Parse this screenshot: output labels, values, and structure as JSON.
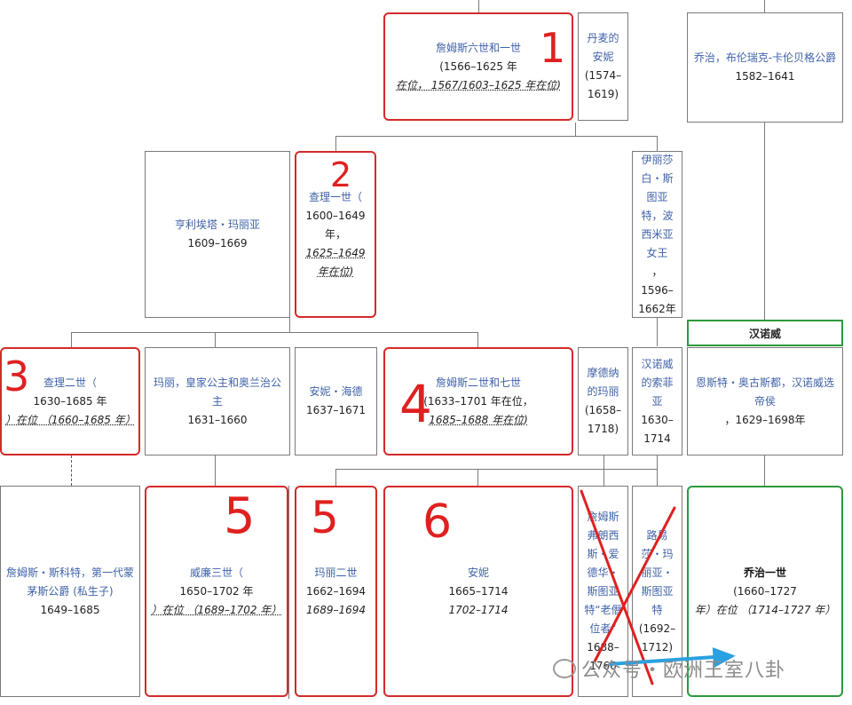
{
  "row1": {
    "james1": {
      "name": "詹姆斯六世和一世",
      "years": "(1566–1625 年",
      "reign": "在位， 1567/1603–1625 年在位)"
    },
    "anne_denmark": {
      "name": "丹麦的安妮",
      "years": "(1574–1619)"
    },
    "georg": {
      "name": "乔治，布伦瑞克-卡伦贝格公爵",
      "years": "1582–1641"
    }
  },
  "row2": {
    "henrietta": {
      "name": "亨利埃塔・玛丽亚",
      "years": "1609–1669"
    },
    "charles1": {
      "name": "查理一世（",
      "years": "1600–1649 年，",
      "reign": "1625–1649 年在位)"
    },
    "elizabeth": {
      "name": "伊丽莎白・斯图亚特，波西米亚女王",
      "years": "，1596–1662年"
    }
  },
  "row3": {
    "hanover_header": "汉诺威",
    "charles2": {
      "name": "查理二世（",
      "years": "1630–1685 年",
      "reign": "）在位 （1660–1685 年）"
    },
    "mary_princess": {
      "name": "玛丽，皇家公主和奥兰治公主",
      "years": "1631–1660"
    },
    "anne_hyde": {
      "name": "安妮・海德",
      "years": "1637–1671"
    },
    "james2": {
      "name": "詹姆斯二世和七世",
      "years": "(1633–1701 年在位，",
      "reign": "1685–1688 年在位)"
    },
    "mary_modena": {
      "name": "摩德纳的玛丽",
      "years": "(1658–1718)"
    },
    "sophia": {
      "name": "汉诺威的索菲亚",
      "years": "1630–1714"
    },
    "ernest": {
      "name": "恩斯特・奥古斯都，汉诺威选帝侯",
      "years": "，1629–1698年"
    }
  },
  "row4": {
    "monmouth": {
      "name": "詹姆斯・斯科特，第一代蒙茅斯公爵 (私生子)",
      "years": "1649–1685"
    },
    "william3": {
      "name": "威廉三世（",
      "years": "1650–1702 年",
      "reign": "）在位 （1689–1702 年）"
    },
    "mary2": {
      "name": "玛丽二世",
      "years": "1662–1694",
      "reign": "1689–1694"
    },
    "anne": {
      "name": "安妮",
      "years": "1665–1714",
      "reign": "1702–1714"
    },
    "james_francis": {
      "name": "詹姆斯弗朗西斯・爱德华・斯图亚特“老僭位者”",
      "years": "1688–1766"
    },
    "louisa": {
      "name": "路易莎・玛丽亚・斯图亚特",
      "years": "(1692–1712)"
    },
    "george1": {
      "name": "乔治一世",
      "years": "(1660–1727",
      "reign": "年）在位 （1714–1727 年）"
    }
  },
  "annotations": [
    "1",
    "2",
    "3",
    "4",
    "5",
    "5",
    "6"
  ],
  "watermark": "公众号・欧洲王室八卦",
  "colors": {
    "annotation": "#e02020",
    "highlight_green": "#2c9a3c",
    "link": "#3f62a8",
    "arrow": "#2aa0e0"
  }
}
